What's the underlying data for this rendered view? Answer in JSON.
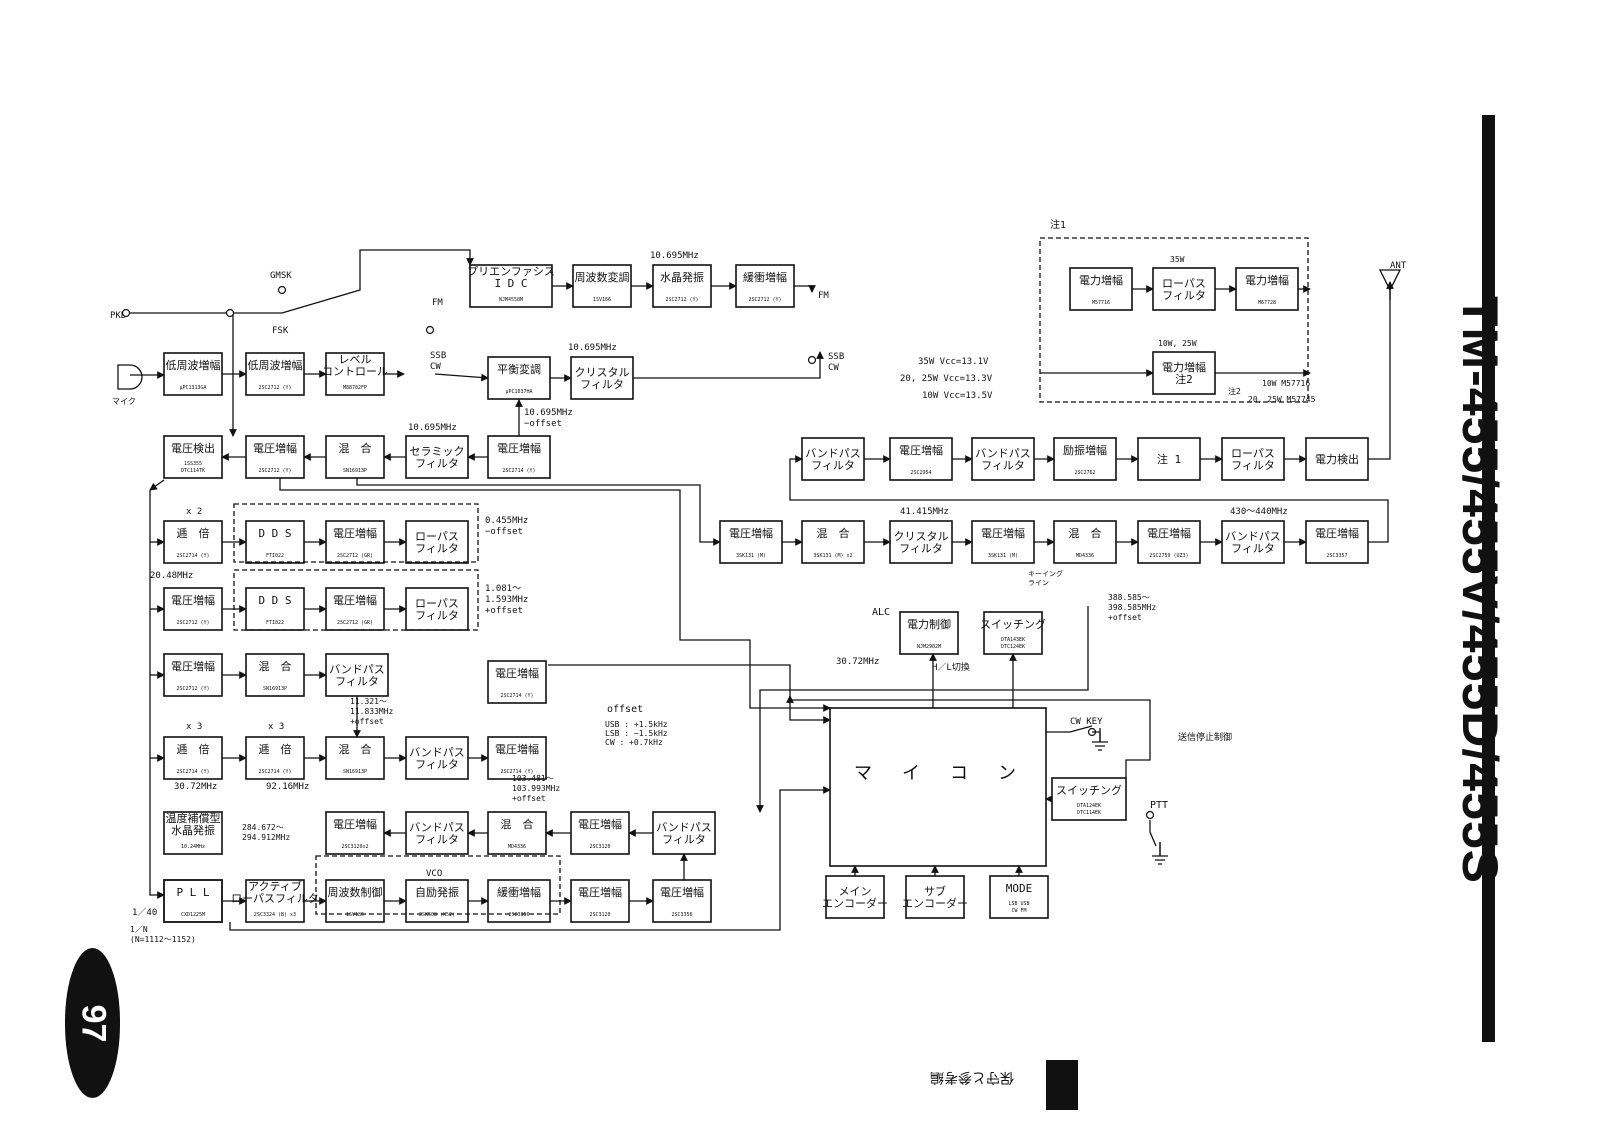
{
  "document": {
    "title": "TM-455/455V/455D/455S",
    "page_number": "97",
    "chapter_footer": "保守と参考編"
  },
  "blocks": {
    "b_af_amp1": {
      "label": "低周波増幅",
      "part": "μPC1313GA"
    },
    "b_af_amp2": {
      "label": "低周波増幅",
      "part": "2SC2712 (Y)"
    },
    "b_level": {
      "label": "レベル\nコントロール",
      "part": "M88702FP"
    },
    "b_preemph": {
      "label": "プリエンファシス\nI D C",
      "part": "NJM4558M"
    },
    "b_freqmod": {
      "label": "周波数変調",
      "part": "1SV166"
    },
    "b_xtal_osc": {
      "label": "水晶発振",
      "part": "2SC2712 (Y)"
    },
    "b_buffer1": {
      "label": "緩衝増幅",
      "part": "2SC2712 (Y)"
    },
    "b_balmod": {
      "label": "平衡変調",
      "part": "μPC1037HA"
    },
    "b_xtal_filt1": {
      "label": "クリスタル\nフィルタ",
      "part": ""
    },
    "b_volt_det": {
      "label": "電圧検出",
      "part": "1SS355\nDTC114TK"
    },
    "b_vamp_a": {
      "label": "電圧増幅",
      "part": "2SC2712 (Y)"
    },
    "b_mix_a": {
      "label": "混　合",
      "part": "SN16913P"
    },
    "b_ceramic": {
      "label": "セラミック\nフィルタ",
      "part": ""
    },
    "b_vamp_b": {
      "label": "電圧増幅",
      "part": "2SC2714 (Y)"
    },
    "b_dbl1": {
      "label": "逓　倍",
      "part": "2SC2714 (Y)"
    },
    "b_dds1": {
      "label": "D D S",
      "part": "FTI022"
    },
    "b_vamp_c": {
      "label": "電圧増幅",
      "part": "2SC2712 (GR)"
    },
    "b_lpf1": {
      "label": "ローパス\nフィルタ",
      "part": ""
    },
    "b_vamp_d": {
      "label": "電圧増幅",
      "part": "2SC2712 (Y)"
    },
    "b_dds2": {
      "label": "D D S",
      "part": "FTI022"
    },
    "b_vamp_e": {
      "label": "電圧増幅",
      "part": "2SC2712 (GR)"
    },
    "b_lpf2": {
      "label": "ローパス\nフィルタ",
      "part": ""
    },
    "b_vamp_f": {
      "label": "電圧増幅",
      "part": "2SC2712 (Y)"
    },
    "b_mix_b": {
      "label": "混　合",
      "part": "SN16913P"
    },
    "b_bpf1": {
      "label": "バンドパス\nフィルタ",
      "part": ""
    },
    "b_vamp_g": {
      "label": "電圧増幅",
      "part": "2SC2714 (Y)"
    },
    "b_dbl2": {
      "label": "逓　倍",
      "part": "2SC2714 (Y)"
    },
    "b_dbl3": {
      "label": "逓　倍",
      "part": "2SC2714 (Y)"
    },
    "b_mix_c": {
      "label": "混　合",
      "part": "SN16913P"
    },
    "b_bpf2": {
      "label": "バンドパス\nフィルタ",
      "part": ""
    },
    "b_vamp_h": {
      "label": "電圧増幅",
      "part": "2SC2714 (Y)"
    },
    "b_tcxo": {
      "label": "温度補償型\n水晶発振",
      "part": "10.24MHz"
    },
    "b_vamp_i": {
      "label": "電圧増幅",
      "part": "2SC3120x2"
    },
    "b_bpf3": {
      "label": "バンドパス\nフィルタ",
      "part": ""
    },
    "b_mix_d": {
      "label": "混　合",
      "part": "MD4336"
    },
    "b_vamp_j": {
      "label": "電圧増幅",
      "part": "2SC3120"
    },
    "b_bpf4": {
      "label": "バンドパス\nフィルタ",
      "part": ""
    },
    "b_pll": {
      "label": "P L L",
      "part": "CXD1225M"
    },
    "b_active_lpf": {
      "label": "アクティブ\nローパスフィルタ",
      "part": "2SC3324 (B) x3"
    },
    "b_vco_fc": {
      "label": "周波数制御",
      "part": "1SV186"
    },
    "b_vco_osc": {
      "label": "自励発振",
      "part": "2SK508 (K52)"
    },
    "b_vco_buf": {
      "label": "緩衝増幅",
      "part": "2SC3356"
    },
    "b_vamp_k": {
      "label": "電圧増幅",
      "part": "2SC3120"
    },
    "b_vamp_l": {
      "label": "電圧増幅",
      "part": "2SC3356"
    },
    "b_rx_bpf1": {
      "label": "バンドパス\nフィルタ",
      "part": ""
    },
    "b_rx_vamp1": {
      "label": "電圧増幅",
      "part": "2SC2954"
    },
    "b_rx_bpf2": {
      "label": "バンドパス\nフィルタ",
      "part": ""
    },
    "b_drive": {
      "label": "励振増幅",
      "part": "2SC2762"
    },
    "b_note1_ref": {
      "label": "注 1",
      "part": ""
    },
    "b_rx_lpf": {
      "label": "ローパス\nフィルタ",
      "part": ""
    },
    "b_pwr_det": {
      "label": "電力検出",
      "part": ""
    },
    "b_tx_vamp_a": {
      "label": "電圧増幅",
      "part": "3SK131 (M)"
    },
    "b_tx_mix_a": {
      "label": "混　合",
      "part": "3SK131 (M) x2"
    },
    "b_xtal_filt2": {
      "label": "クリスタル\nフィルタ",
      "part": ""
    },
    "b_tx_vamp_b": {
      "label": "電圧増幅",
      "part": "3SK131 (M)"
    },
    "b_tx_mix_b": {
      "label": "混　合",
      "part": "MD4336"
    },
    "b_tx_vamp_c": {
      "label": "電圧増幅",
      "part": "2SC2759 (UZ3)"
    },
    "b_tx_bpf": {
      "label": "バンドパス\nフィルタ",
      "part": ""
    },
    "b_tx_vamp_d": {
      "label": "電圧増幅",
      "part": "2SC3357"
    },
    "b_pwr_ctrl": {
      "label": "電力制御",
      "part": "NJM2902M"
    },
    "b_switch1": {
      "label": "スイッチング",
      "part": "DTA143EK\nDTC124EK"
    },
    "b_switch2": {
      "label": "スイッチング",
      "part": "DTA124EK\nDTC114EK"
    },
    "b_micom": {
      "label": "マ　イ　コ　ン",
      "part": ""
    },
    "b_main_enc": {
      "label": "メイン\nエンコーダー",
      "part": ""
    },
    "b_sub_enc": {
      "label": "サブ\nエンコーダー",
      "part": ""
    },
    "b_mode": {
      "label": "MODE",
      "part": "LSB USB\nCW FM"
    },
    "b_n1_pa1": {
      "label": "電力増幅",
      "part": "M57716"
    },
    "b_n1_lpf": {
      "label": "ローパス\nフィルタ",
      "part": ""
    },
    "b_n1_pa2": {
      "label": "電力増幅",
      "part": "M67728"
    },
    "b_n1_pa3": {
      "label": "電力増幅\n注2",
      "part": ""
    }
  },
  "labels": {
    "l_pkd": "PKD",
    "l_gmsk": "GMSK",
    "l_fsk": "FSK",
    "l_mic": "マイク",
    "l_fm1": "FM",
    "l_ssbcw1": "SSB\nCW",
    "l_fm2": "FM",
    "l_ssbcw2": "SSB\nCW",
    "l_f10695a": "10.695MHz",
    "l_f10695b": "10.695MHz",
    "l_f10695c": "10.695MHz",
    "l_f10695off": "10.695MHz\n−offset",
    "l_x2": "x 2",
    "l_f2048": "20.48MHz",
    "l_f0455": "0.455MHz\n−offset",
    "l_f1081": "1.081〜\n1.593MHz\n+offset",
    "l_f11321": "11.321〜\n11.833MHz\n+offset",
    "l_x3a": "x 3",
    "l_x3b": "x 3",
    "l_f3072a": "30.72MHz",
    "l_f9216": "92.16MHz",
    "l_f3072b": "30.72MHz",
    "l_f103": "103.481〜\n103.993MHz\n+offset",
    "l_f284": "284.672〜\n294.912MHz",
    "l_vco": "VCO",
    "l_div40": "1／40",
    "l_divn": "1／N\n(N=1112〜1152)",
    "l_offset_title": "offset",
    "l_offset_usb": "USB : +1.5kHz",
    "l_offset_lsb": "LSB : −1.5kHz",
    "l_offset_cw": "CW  : +0.7kHz",
    "l_f41415": "41.415MHz",
    "l_f430": "430〜440MHz",
    "l_keying": "キーイング\nライン",
    "l_f388": "388.585〜\n398.585MHz\n+offset",
    "l_alc": "ALC",
    "l_hl": "H／L切換",
    "l_cwkey": "CW KEY",
    "l_ptt": "PTT",
    "l_txinhibit": "送信停止制御",
    "l_ant": "ANT",
    "l_note1": "注1",
    "l_35w": "35W",
    "l_1025w": "10W, 25W",
    "l_vcc1": "35W   Vcc=13.1V",
    "l_vcc2": "20, 25W  Vcc=13.3V",
    "l_vcc3": "10W   Vcc=13.5V",
    "l_note2_10w": "10W  M57716",
    "l_note2_mark": "注2",
    "l_note2_2025w": "20, 25W  M57745"
  }
}
